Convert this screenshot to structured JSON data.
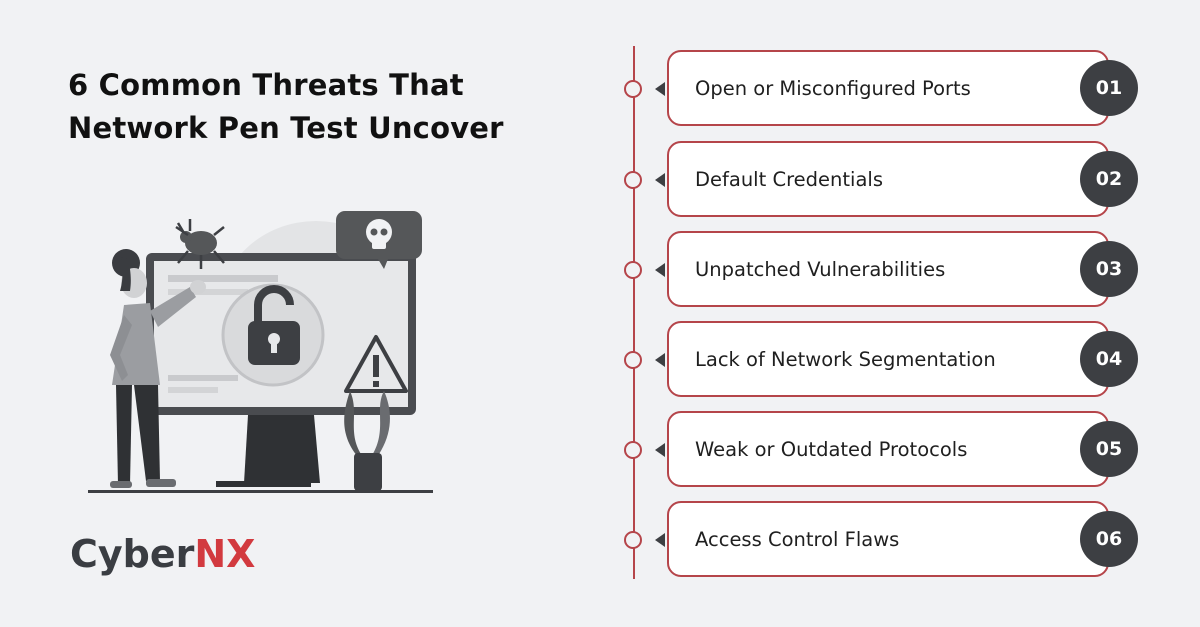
{
  "header": {
    "title_line1": "6 Common Threats That",
    "title_line2": "Network Pen Test Uncover"
  },
  "brand": {
    "part1": "Cyber",
    "part2": "NX",
    "accent_color": "#d23a3f"
  },
  "colors": {
    "timeline": "#b5454a",
    "badge": "#3d3f43",
    "background": "#f1f2f4"
  },
  "threats": [
    {
      "number": "01",
      "label": "Open or Misconfigured Ports"
    },
    {
      "number": "02",
      "label": "Default Credentials"
    },
    {
      "number": "03",
      "label": "Unpatched Vulnerabilities"
    },
    {
      "number": "04",
      "label": "Lack of Network Segmentation"
    },
    {
      "number": "05",
      "label": "Weak or Outdated Protocols"
    },
    {
      "number": "06",
      "label": "Access Control Flaws"
    }
  ],
  "illustration_icons": [
    "bug-icon",
    "skull-icon",
    "unlocked-padlock-icon",
    "warning-icon",
    "plant-icon"
  ]
}
